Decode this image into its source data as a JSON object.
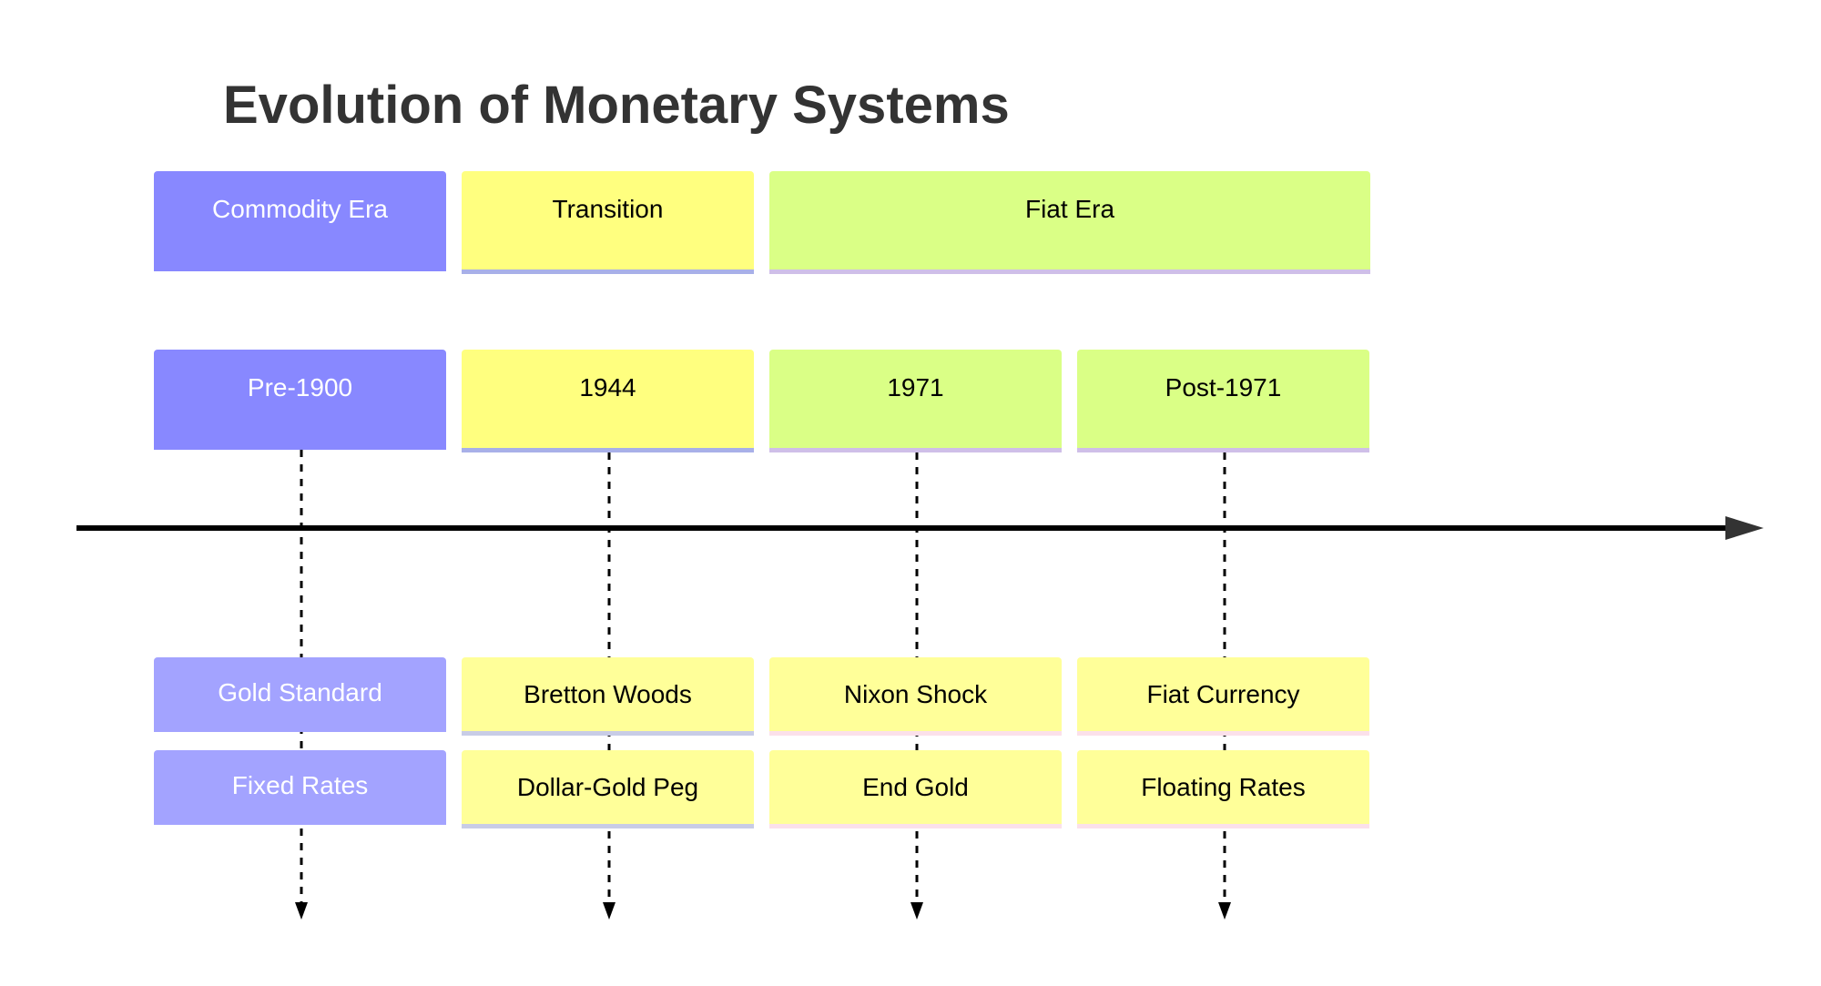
{
  "title": "Evolution of Monetary Systems",
  "sections": [
    {
      "label": "Commodity Era",
      "color": "#8888ff",
      "text_color": "#ffffff",
      "accent": "#8888ff"
    },
    {
      "label": "Transition",
      "color": "#ffff7f",
      "text_color": "#000000",
      "accent": "#a8b0e8"
    },
    {
      "label": "Fiat Era",
      "color": "#daff86",
      "text_color": "#000000",
      "accent": "#cfbfe8"
    }
  ],
  "periods": [
    {
      "label": "Pre-1900",
      "color": "#8888ff",
      "text_color": "#ffffff",
      "accent": "#8888ff",
      "events": [
        {
          "label": "Gold Standard",
          "color": "#a3a3ff",
          "text_color": "#ffffff",
          "accent": "#a3a3ff"
        },
        {
          "label": "Fixed Rates",
          "color": "#a3a3ff",
          "text_color": "#ffffff",
          "accent": "#a3a3ff"
        }
      ]
    },
    {
      "label": "1944",
      "color": "#ffff7f",
      "text_color": "#000000",
      "accent": "#a8b0e8",
      "events": [
        {
          "label": "Bretton Woods",
          "color": "#ffff99",
          "text_color": "#000000",
          "accent": "#c8cce6"
        },
        {
          "label": "Dollar-Gold Peg",
          "color": "#ffff99",
          "text_color": "#000000",
          "accent": "#c8cce6"
        }
      ]
    },
    {
      "label": "1971",
      "color": "#daff86",
      "text_color": "#000000",
      "accent": "#cfbfe8",
      "events": [
        {
          "label": "Nixon Shock",
          "color": "#ffff99",
          "text_color": "#000000",
          "accent": "#fbe0ea"
        },
        {
          "label": "End Gold",
          "color": "#ffff99",
          "text_color": "#000000",
          "accent": "#fbe0ea"
        }
      ]
    },
    {
      "label": "Post-1971",
      "color": "#daff86",
      "text_color": "#000000",
      "accent": "#cfbfe8",
      "events": [
        {
          "label": "Fiat Currency",
          "color": "#ffff99",
          "text_color": "#000000",
          "accent": "#fbe0ea"
        },
        {
          "label": "Floating Rates",
          "color": "#ffff99",
          "text_color": "#000000",
          "accent": "#fbe0ea"
        }
      ]
    }
  ],
  "colors": {
    "title": "#333333",
    "axis": "#000000",
    "arrowhead": "#333333",
    "connector": "#000000"
  }
}
